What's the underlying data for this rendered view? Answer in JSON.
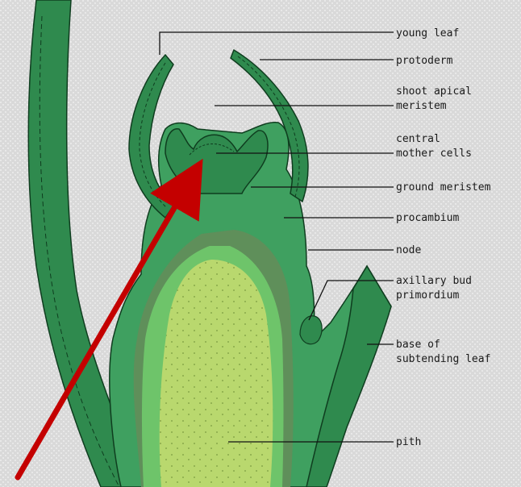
{
  "diagram": {
    "colors": {
      "background": "#d9d9d9",
      "tissue_dark": "#2f8a4e",
      "tissue_mid": "#3fa060",
      "procambium_band": "#5f8f5a",
      "pith_outer": "#6ec46a",
      "pith": "#b9d86e",
      "leader": "#111111",
      "arrow": "#c40000"
    },
    "labels": [
      {
        "id": "young-leaf",
        "lines": [
          "young leaf"
        ]
      },
      {
        "id": "protoderm",
        "lines": [
          "protoderm"
        ]
      },
      {
        "id": "shoot-apical-meristem",
        "lines": [
          "shoot apical",
          "meristem"
        ]
      },
      {
        "id": "central-mother-cells",
        "lines": [
          "central",
          "mother cells"
        ]
      },
      {
        "id": "ground-meristem",
        "lines": [
          "ground meristem"
        ]
      },
      {
        "id": "procambium",
        "lines": [
          "procambium"
        ]
      },
      {
        "id": "node",
        "lines": [
          "node"
        ]
      },
      {
        "id": "axillary-bud-primordium",
        "lines": [
          "axillary bud",
          "primordium"
        ]
      },
      {
        "id": "base-of-subtending-leaf",
        "lines": [
          "base of",
          "subtending leaf"
        ]
      },
      {
        "id": "pith",
        "lines": [
          "pith"
        ]
      }
    ]
  }
}
